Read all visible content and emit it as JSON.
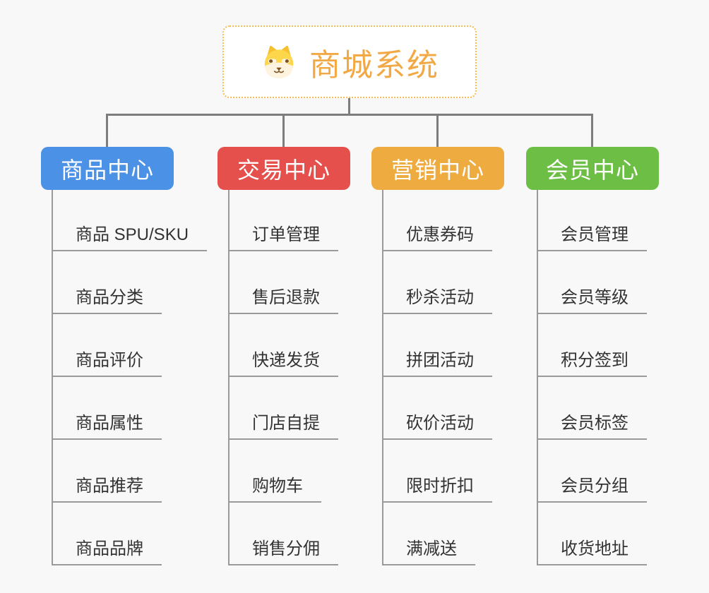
{
  "root": {
    "title": "商城系统",
    "icon": "dog-icon",
    "title_color": "#f2a945",
    "border_color": "#f6bd52"
  },
  "branches": [
    {
      "label": "商品中心",
      "color": "#4b91e6",
      "items": [
        "商品 SPU/SKU",
        "商品分类",
        "商品评价",
        "商品属性",
        "商品推荐",
        "商品品牌"
      ]
    },
    {
      "label": "交易中心",
      "color": "#e5504d",
      "items": [
        "订单管理",
        "售后退款",
        "快递发货",
        "门店自提",
        "购物车",
        "销售分佣"
      ]
    },
    {
      "label": "营销中心",
      "color": "#eeab40",
      "items": [
        "优惠券码",
        "秒杀活动",
        "拼团活动",
        "砍价活动",
        "限时折扣",
        "满减送"
      ]
    },
    {
      "label": "会员中心",
      "color": "#6cbe44",
      "items": [
        "会员管理",
        "会员等级",
        "积分签到",
        "会员标签",
        "会员分组",
        "收货地址"
      ]
    }
  ]
}
